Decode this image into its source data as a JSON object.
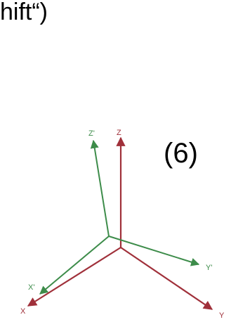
{
  "caption": {
    "text_fragment": "hift“)"
  },
  "equation": {
    "number": "(6)"
  },
  "figure": {
    "colors": {
      "original_axes": "#a0303a",
      "shifted_axes": "#3d8c4a"
    },
    "original_axes": {
      "x_label": "X",
      "y_label": "Y",
      "z_label": "Z"
    },
    "shifted_axes": {
      "x_label": "X'",
      "y_label": "Y'",
      "z_label": "Z'"
    }
  }
}
